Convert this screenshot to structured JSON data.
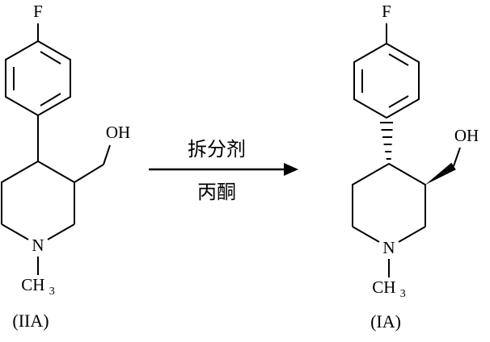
{
  "reaction_scheme": {
    "left_compound": {
      "fluorine_label": "F",
      "hydroxyl_label": "OH",
      "nitrogen_label": "N",
      "methyl_label": "CH",
      "methyl_subscript": "3",
      "caption": "(IIA)"
    },
    "arrow": {
      "text_above": "拆分剂",
      "text_below": "丙酮"
    },
    "right_compound": {
      "fluorine_label": "F",
      "hydroxyl_label": "OH",
      "nitrogen_label": "N",
      "methyl_label": "CH",
      "methyl_subscript": "3",
      "caption": "(IA)"
    }
  },
  "colors": {
    "ink": "#000000",
    "background": "#ffffff"
  }
}
